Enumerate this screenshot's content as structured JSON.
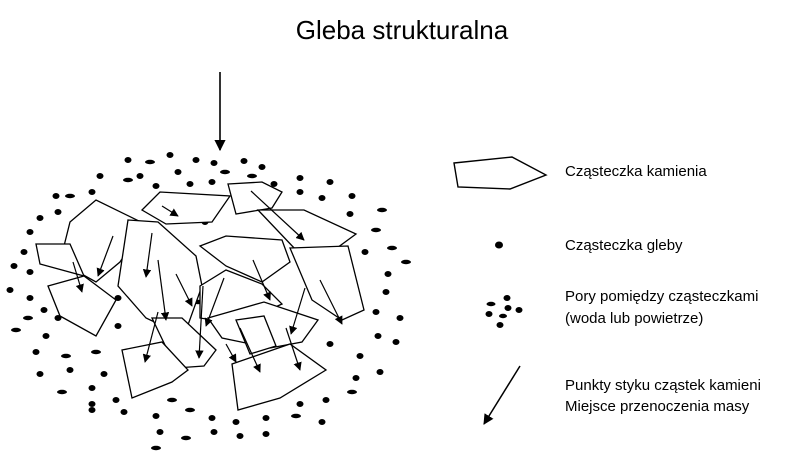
{
  "title": "Gleba strukturalna",
  "colors": {
    "ink": "#000000",
    "background": "#ffffff"
  },
  "legend": [
    {
      "icon": "stone-particle-icon",
      "label": "Cząsteczka kamienia"
    },
    {
      "icon": "soil-particle-icon",
      "label": "Cząsteczka gleby"
    },
    {
      "icon": "pores-icon",
      "label": "Pory pomiędzy cząsteczkami",
      "label2": "(woda lub powietrze)"
    },
    {
      "icon": "contact-arrow-icon",
      "label": "Punkty styku cząstek kamieni",
      "label2": "Miejsce przenoczenia masy"
    }
  ]
}
